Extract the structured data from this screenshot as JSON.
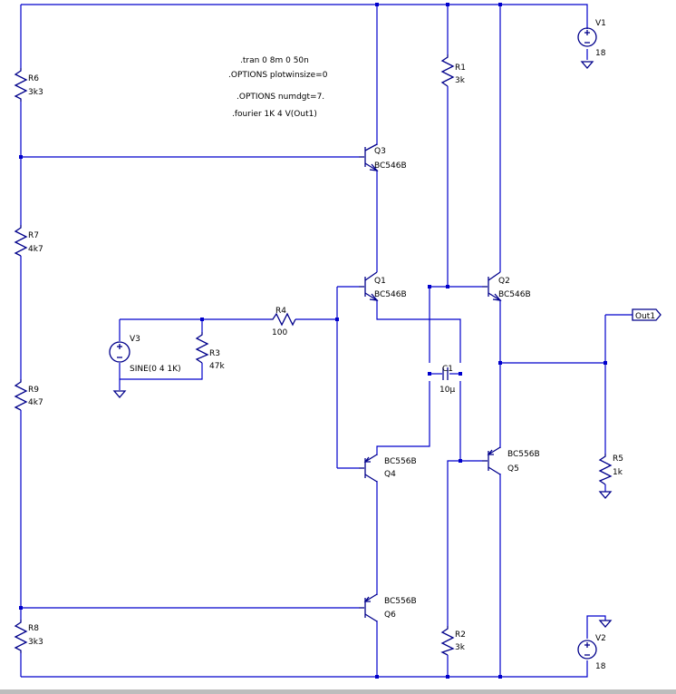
{
  "directives": [
    ".tran 0 8m 0 50n",
    ".OPTIONS plotwinsize=0",
    ".OPTIONS numdgt=7.",
    ".fourier 1K 4 V(Out1)"
  ],
  "components": {
    "R6": {
      "name": "R6",
      "value": "3k3"
    },
    "R7": {
      "name": "R7",
      "value": "4k7"
    },
    "R9": {
      "name": "R9",
      "value": "4k7"
    },
    "R8": {
      "name": "R8",
      "value": "3k3"
    },
    "R1": {
      "name": "R1",
      "value": "3k"
    },
    "R2": {
      "name": "R2",
      "value": "3k"
    },
    "R3": {
      "name": "R3",
      "value": "47k"
    },
    "R4": {
      "name": "R4",
      "value": "100"
    },
    "R5": {
      "name": "R5",
      "value": "1k"
    },
    "C1": {
      "name": "C1",
      "value": "10µ"
    },
    "V1": {
      "name": "V1",
      "value": "18"
    },
    "V2": {
      "name": "V2",
      "value": "18"
    },
    "V3": {
      "name": "V3",
      "value": "SINE(0 4 1K)"
    },
    "Q1": {
      "name": "Q1",
      "value": "BC546B"
    },
    "Q2": {
      "name": "Q2",
      "value": "BC546B"
    },
    "Q3": {
      "name": "Q3",
      "value": "BC546B"
    },
    "Q4": {
      "name": "Q4",
      "value": "BC556B"
    },
    "Q5": {
      "name": "Q5",
      "value": "BC556B"
    },
    "Q6": {
      "name": "Q6",
      "value": "BC556B"
    }
  },
  "net_label": "Out1",
  "colors": {
    "wire": "#0000cc",
    "component": "#00008b",
    "background": "#ffffff"
  }
}
